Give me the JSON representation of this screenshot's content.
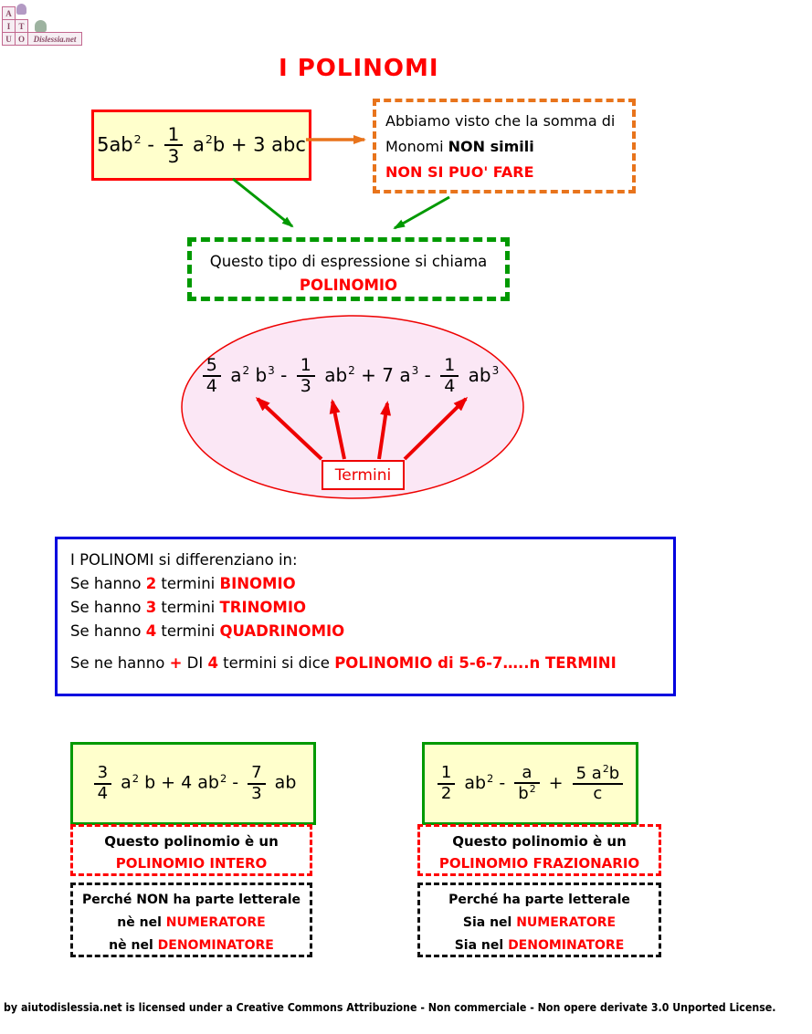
{
  "palette": {
    "red": "#ff0000",
    "orange": "#e8741c",
    "green": "#009900",
    "blue": "#0000df",
    "yellow_bg": "#ffffcc",
    "pink_bg": "#fbe7f5",
    "black": "#000000",
    "white": "#ffffff"
  },
  "logo": {
    "a": "A",
    "i": "I",
    "t": "T",
    "u": "U",
    "o": "O",
    "site": "Dislessia.net"
  },
  "title": "I POLINOMI",
  "example1": {
    "formula": [
      {
        "t": "5ab"
      },
      {
        "s": "2"
      },
      {
        "t": " - "
      },
      {
        "f": {
          "n": [
            {
              "t": "1"
            }
          ],
          "d": [
            {
              "t": "3"
            }
          ]
        }
      },
      {
        "t": " a"
      },
      {
        "s": "2"
      },
      {
        "t": "b + 3 abc"
      }
    ]
  },
  "note_box": {
    "lines": [
      [
        {
          "t": "Abbiamo visto che la somma di"
        }
      ],
      [
        {
          "t": "Monomi "
        },
        {
          "t": "NON simili",
          "c": "b"
        }
      ],
      [
        {
          "t": "NON SI PUO' FARE",
          "c": "rb"
        }
      ]
    ]
  },
  "name_box": {
    "lines": [
      [
        {
          "t": "Questo tipo di espressione si chiama"
        }
      ],
      [
        {
          "t": "POLINOMIO",
          "c": "rb"
        }
      ]
    ]
  },
  "ellipse": {
    "formula": [
      {
        "f": {
          "n": [
            {
              "t": "5"
            }
          ],
          "d": [
            {
              "t": "4"
            }
          ]
        }
      },
      {
        "t": " a"
      },
      {
        "s": "2"
      },
      {
        "t": " b"
      },
      {
        "s": "3"
      },
      {
        "t": " - "
      },
      {
        "f": {
          "n": [
            {
              "t": "1"
            }
          ],
          "d": [
            {
              "t": "3"
            }
          ]
        }
      },
      {
        "t": " ab"
      },
      {
        "s": "2"
      },
      {
        "t": " + 7 a"
      },
      {
        "s": "3"
      },
      {
        "t": " - "
      },
      {
        "f": {
          "n": [
            {
              "t": "1"
            }
          ],
          "d": [
            {
              "t": "4"
            }
          ]
        }
      },
      {
        "t": " ab"
      },
      {
        "s": "3"
      }
    ],
    "label": "Termini"
  },
  "classification": {
    "lines": [
      [
        {
          "t": "I POLINOMI si differenziano in:"
        }
      ],
      [
        {
          "t": "Se hanno "
        },
        {
          "t": "2",
          "c": "rb"
        },
        {
          "t": " termini "
        },
        {
          "t": "BINOMIO",
          "c": "rb"
        }
      ],
      [
        {
          "t": "Se hanno "
        },
        {
          "t": "3",
          "c": "rb"
        },
        {
          "t": " termini "
        },
        {
          "t": "TRINOMIO",
          "c": "rb"
        }
      ],
      [
        {
          "t": "Se hanno "
        },
        {
          "t": "4",
          "c": "rb"
        },
        {
          "t": " termini "
        },
        {
          "t": "QUADRINOMIO",
          "c": "rb"
        }
      ],
      [
        {
          "t": "Se ne hanno "
        },
        {
          "t": "+",
          "c": "rb"
        },
        {
          "t": " DI "
        },
        {
          "t": "4",
          "c": "rb"
        },
        {
          "t": "  termini si dice "
        },
        {
          "t": "POLINOMIO di 5-6-7…..n TERMINI",
          "c": "rb"
        }
      ]
    ]
  },
  "left": {
    "formula": [
      {
        "f": {
          "n": [
            {
              "t": "3"
            }
          ],
          "d": [
            {
              "t": "4"
            }
          ]
        }
      },
      {
        "t": " a"
      },
      {
        "s": "2"
      },
      {
        "t": " b + 4 ab"
      },
      {
        "s": "2"
      },
      {
        "t": " - "
      },
      {
        "f": {
          "n": [
            {
              "t": "7"
            }
          ],
          "d": [
            {
              "t": "3"
            }
          ]
        }
      },
      {
        "t": " ab"
      }
    ],
    "type_box": {
      "lines": [
        [
          {
            "t": "Questo polinomio è un",
            "c": "b"
          }
        ],
        [
          {
            "t": "POLINOMIO INTERO",
            "c": "rb"
          }
        ]
      ]
    },
    "reason_box": {
      "lines": [
        [
          {
            "t": "Perché NON ha parte letterale",
            "c": "b"
          }
        ],
        [
          {
            "t": "nè nel ",
            "c": "b"
          },
          {
            "t": "NUMERATORE",
            "c": "rb"
          }
        ],
        [
          {
            "t": "nè nel ",
            "c": "b"
          },
          {
            "t": "DENOMINATORE",
            "c": "rb"
          }
        ]
      ]
    }
  },
  "right": {
    "formula": [
      {
        "f": {
          "n": [
            {
              "t": "1"
            }
          ],
          "d": [
            {
              "t": "2"
            }
          ]
        }
      },
      {
        "t": " ab"
      },
      {
        "s": "2"
      },
      {
        "t": " - "
      },
      {
        "f": {
          "n": [
            {
              "t": "a"
            }
          ],
          "d": [
            {
              "t": "b"
            },
            {
              "s": "2"
            }
          ]
        }
      },
      {
        "t": " + "
      },
      {
        "f": {
          "n": [
            {
              "t": "5 a"
            },
            {
              "s": "2"
            },
            {
              "t": "b"
            }
          ],
          "d": [
            {
              "t": "c"
            }
          ]
        }
      }
    ],
    "type_box": {
      "lines": [
        [
          {
            "t": "Questo polinomio è un",
            "c": "b"
          }
        ],
        [
          {
            "t": "POLINOMIO FRAZIONARIO",
            "c": "rb"
          }
        ]
      ]
    },
    "reason_box": {
      "lines": [
        [
          {
            "t": "Perché ha parte letterale",
            "c": "b"
          }
        ],
        [
          {
            "t": "Sia nel ",
            "c": "b"
          },
          {
            "t": "NUMERATORE",
            "c": "rb"
          }
        ],
        [
          {
            "t": "Sia nel ",
            "c": "b"
          },
          {
            "t": "DENOMINATORE",
            "c": "rb"
          }
        ]
      ]
    }
  },
  "footer": {
    "text": "by aiutodislessia.net is licensed under a Creative Commons Attribuzione - Non commerciale - Non opere derivate 3.0 Unported License."
  }
}
